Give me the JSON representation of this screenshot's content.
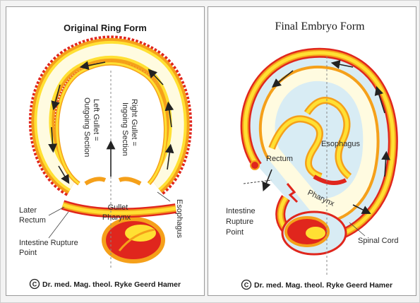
{
  "left_panel": {
    "title": "Original Ring Form",
    "labels": {
      "left_gullet_1": "Left Gullet =",
      "left_gullet_2": "Outgoing Section",
      "right_gullet_1": "Right Gullet =",
      "right_gullet_2": "Ingoing Section",
      "gullet": "Gullet",
      "pharynx": "Pharynx",
      "later_1": "Later",
      "later_2": "Rectum",
      "rupture_1": "Intestine Rupture",
      "rupture_2": "Point",
      "esophagus": "Esophagus"
    },
    "copyright": "Dr. med. Mag. theol. Ryke Geerd Hamer"
  },
  "right_panel": {
    "title": "Final Embryo Form",
    "labels": {
      "rectum": "Rectum",
      "esophagus": "Esophagus",
      "pharynx": "Pharynx",
      "rupture_1": "Intestine",
      "rupture_2": "Rupture",
      "rupture_3": "Point",
      "spinal_cord": "Spinal Cord"
    },
    "copyright": "Dr. med. Mag. theol. Ryke Geerd Hamer"
  },
  "copyright_symbol": "C",
  "colors": {
    "outer_red": "#e0261d",
    "mid_orange": "#f5a01a",
    "yellow": "#ffe033",
    "cream": "#fffbe0",
    "light_blue": "#d8ecf4"
  }
}
